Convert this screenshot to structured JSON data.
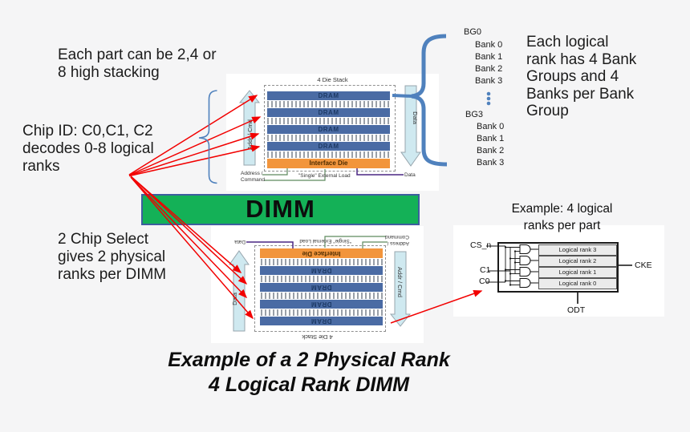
{
  "colors": {
    "background": "#f5f5f6",
    "accent_blue": "#4f81bd",
    "dram_blue": "#4a6ba4",
    "interface_orange": "#f2953c",
    "dimm_green": "#14b157",
    "arrow_red": "#f20000",
    "pale_cyan_arrow": "#cfe9f0",
    "connector_green": "#5e8a5e",
    "connector_purple": "#4a2683"
  },
  "notes": {
    "stacking": [
      "Each part can be 2,4 or",
      "8 high stacking"
    ],
    "chip_id": [
      "Chip ID: C0,C1, C2",
      "decodes 0-8 logical",
      "ranks"
    ],
    "chip_select": [
      "2 Chip Select",
      "gives 2 physical",
      "ranks per DIMM"
    ],
    "bank_groups": [
      "Each logical",
      "rank has 4 Bank",
      "Groups and 4",
      "Banks per Bank",
      "Group"
    ]
  },
  "die_stack": {
    "title": "4 Die Stack",
    "dram_label": "DRAM",
    "interface_label": "Interface Die",
    "addr_cmd_arrow_label": "Addr / Cmd",
    "data_arrow_label": "Data",
    "address_command_label": [
      "Address /",
      "Command"
    ],
    "external_load_label": "\"Single\" External Load",
    "data_label": "Data"
  },
  "dimm": {
    "label": "DIMM"
  },
  "bank_list": {
    "bg0": "BG0",
    "bg3": "BG3",
    "banks": [
      "Bank 0",
      "Bank 1",
      "Bank 2",
      "Bank 3"
    ]
  },
  "logic_example": {
    "heading": [
      "Example: 4 logical",
      "ranks per part"
    ],
    "inputs": [
      "CS_n",
      "C1",
      "C0"
    ],
    "ranks": [
      "Logical rank 3",
      "Logical rank 2",
      "Logical rank 1",
      "Logical rank 0"
    ],
    "cke": "CKE",
    "odt": "ODT"
  },
  "caption": [
    "Example of a 2 Physical Rank",
    "4 Logical Rank DIMM"
  ]
}
